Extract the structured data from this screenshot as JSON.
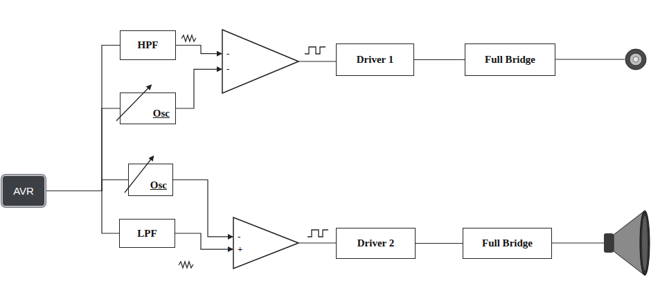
{
  "diagram": {
    "nodes": [
      {
        "text": [
          "AVR"
        ]
      },
      {
        "text": [
          "HPF"
        ]
      },
      {
        "text": [
          "Osc"
        ]
      },
      {
        "text": [
          "-",
          "-"
        ]
      },
      {
        "text": [
          "Driver 1"
        ]
      },
      {
        "text": [
          "Full Bridge"
        ]
      },
      {
        "text": [
          "Osc"
        ]
      },
      {
        "text": [
          "LPF"
        ]
      },
      {
        "text": [
          "-",
          "+"
        ]
      },
      {
        "text": [
          "Driver 2"
        ]
      },
      {
        "text": [
          "Full Bridge"
        ]
      }
    ],
    "edges": [
      {
        "from": 0,
        "to": 1,
        "arrow": "none"
      },
      {
        "from": 0,
        "to": 2,
        "arrow": "none"
      },
      {
        "from": 0,
        "to": 6,
        "arrow": "none"
      },
      {
        "from": 0,
        "to": 7,
        "arrow": "none"
      },
      {
        "from": 1,
        "to": 3,
        "arrow": "to"
      },
      {
        "from": 2,
        "to": 3,
        "arrow": "to"
      },
      {
        "from": 3,
        "to": 4,
        "arrow": "none"
      },
      {
        "from": 4,
        "to": 5,
        "arrow": "none"
      },
      {
        "from": 6,
        "to": 8,
        "arrow": "to"
      },
      {
        "from": 7,
        "to": 8,
        "arrow": "to"
      },
      {
        "from": 8,
        "to": 9,
        "arrow": "none"
      },
      {
        "from": 9,
        "to": 10,
        "arrow": "none"
      }
    ]
  }
}
